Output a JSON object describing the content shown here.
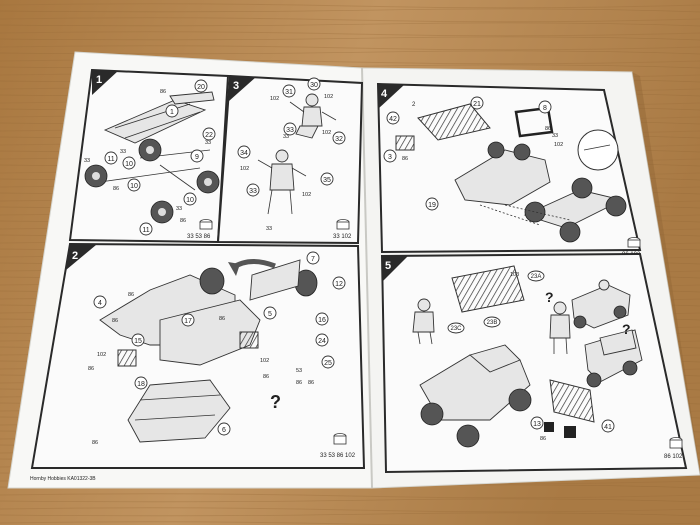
{
  "steps": [
    {
      "number": "1",
      "paints": "33 53 86",
      "callouts": [
        "20",
        "1",
        "10",
        "22",
        "11",
        "10",
        "9",
        "10",
        "11"
      ],
      "part_codes": [
        "86",
        "33",
        "33",
        "86",
        "33",
        "86",
        "33"
      ]
    },
    {
      "number": "3",
      "paints": "33 102",
      "callouts": [
        "30",
        "31",
        "33",
        "32",
        "34",
        "35",
        "33"
      ],
      "part_codes": [
        "102",
        "102",
        "33",
        "102",
        "102",
        "33",
        "102"
      ]
    },
    {
      "number": "4",
      "paints": "86 102",
      "callouts": [
        "21",
        "8",
        "42",
        "3",
        "19"
      ],
      "part_codes": [
        "2",
        "86",
        "86",
        "33",
        "102"
      ]
    },
    {
      "number": "2",
      "paints": "33 53 86 102",
      "callouts": [
        "7",
        "12",
        "4",
        "17",
        "16",
        "15",
        "5",
        "24",
        "25",
        "18",
        "6"
      ],
      "part_codes": [
        "86",
        "86",
        "86",
        "102",
        "86",
        "102",
        "86",
        "53",
        "86",
        "86",
        "86"
      ]
    },
    {
      "number": "5",
      "paints": "86 102",
      "callouts": [
        "23A",
        "23C",
        "23B",
        "13",
        "41"
      ],
      "part_codes": [
        "103",
        "86"
      ]
    }
  ],
  "footer_text": "Hornby Hobbies KA01322-3B",
  "colors": {
    "wood": "#b98a55",
    "paper": "#f7f7f5",
    "frame": "#2a2a2a",
    "steel": "#d8d8d8"
  }
}
